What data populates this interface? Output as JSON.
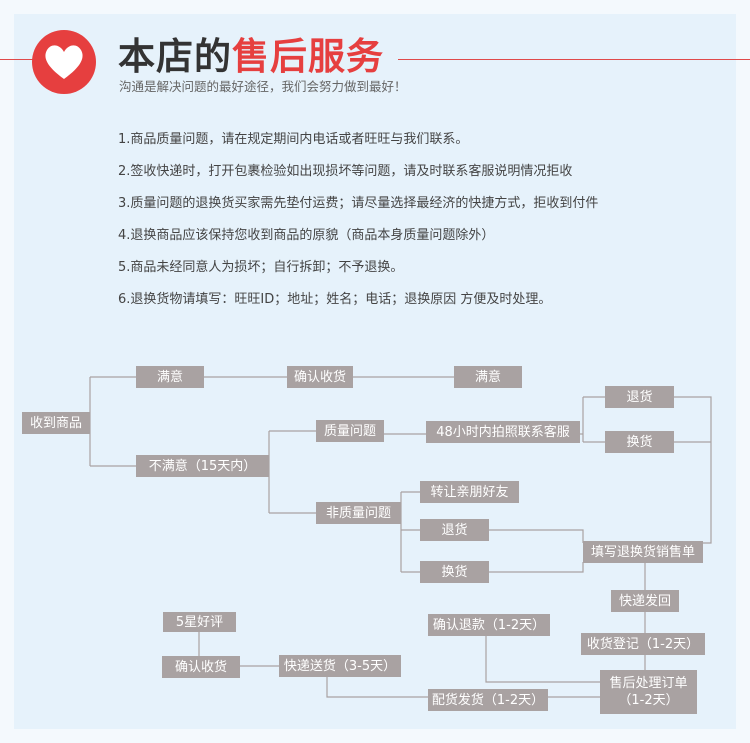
{
  "header": {
    "title_part1": "本店的",
    "title_part2": "售后服务",
    "subtitle": "沟通是解决问题的最好途径，我们会努力做到最好！",
    "accent_color": "#e63f3f",
    "icon": "heart-icon"
  },
  "rules": [
    "1.商品质量问题，请在规定期间内电话或者旺旺与我们联系。",
    "2.签收快递时，打开包裹检验如出现损坏等问题，请及时联系客服说明情况拒收",
    "3.质量问题的退换货买家需先垫付运费；请尽量选择最经济的快捷方式，拒收到付件",
    "4.退换商品应该保持您收到商品的原貌（商品本身质量问题除外）",
    "5.商品未经同意人为损坏；自行拆卸；不予退换。",
    "6.退换货物请填写：旺旺ID；地址；姓名；电话；退换原因 方便及时处理。"
  ],
  "flow": {
    "received": "收到商品",
    "satisfied": "满意",
    "confirm_receipt": "确认收货",
    "satisfied_end": "满意",
    "unsatisfied": "不满意（15天内）",
    "quality_issue": "质量问题",
    "photo_contact": "48小时内拍照联系客服",
    "return_top": "退货",
    "exchange_top": "换货",
    "non_quality_issue": "非质量问题",
    "transfer_friends": "转让亲朋好友",
    "return_mid": "退货",
    "exchange_mid": "换货",
    "fill_form": "填写退换货销售单",
    "express_return": "快递发回",
    "receipt_register": "收货登记（1-2天）",
    "after_sales_order": "售后处理订单",
    "after_sales_days": "（1-2天）",
    "confirm_refund": "确认退款（1-2天）",
    "ship_goods": "配货发货（1-2天）",
    "express_delivery": "快递送货（3-5天）",
    "confirm_receipt_bottom": "确认收货",
    "five_star": "5星好评"
  }
}
